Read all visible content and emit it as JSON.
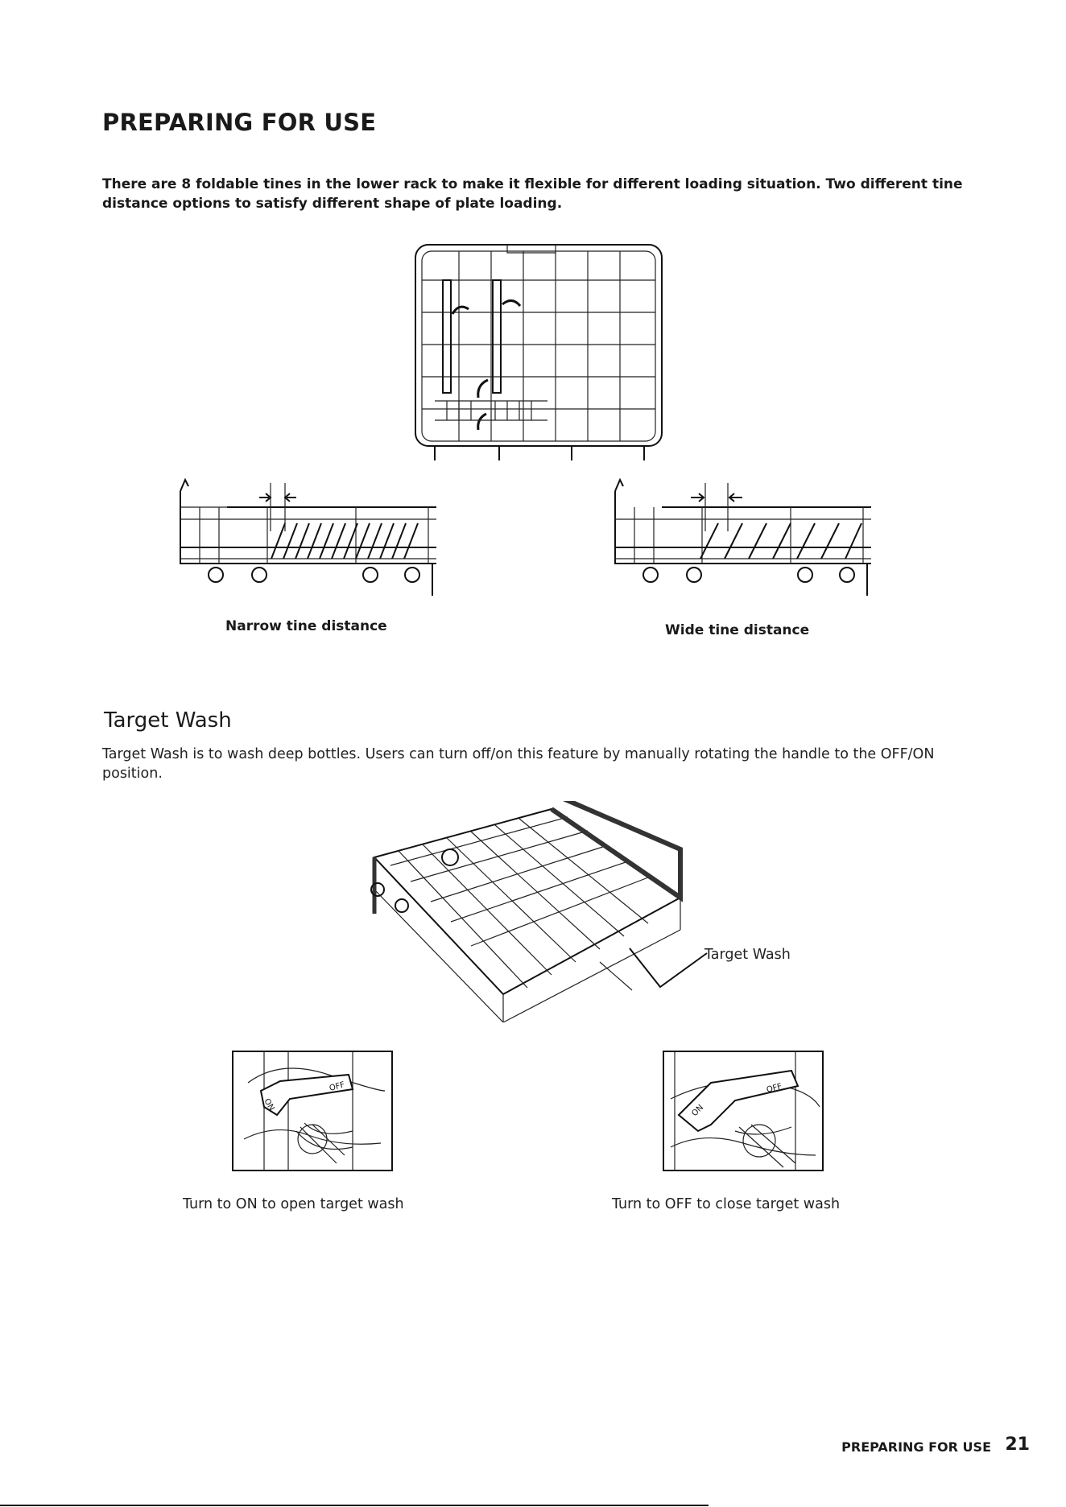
{
  "header": {
    "title": "PREPARING FOR USE",
    "intro": "There are 8 foldable tines in the lower rack to make it flexible for different loading situation. Two different tine distance options to satisfy different shape of plate loading."
  },
  "tine_section": {
    "narrow_caption": "Narrow tine distance",
    "wide_caption": "Wide tine distance"
  },
  "target_wash": {
    "heading": "Target Wash",
    "description": "Target Wash is to wash deep bottles. Users can turn off/on this feature by manually rotating the handle to the OFF/ON position.",
    "callout_label": "Target Wash",
    "on_caption": "Turn to ON to open target wash",
    "off_caption": "Turn to OFF to close target wash",
    "switch_on_label": "ON",
    "switch_off_label": "OFF"
  },
  "footer": {
    "section_label": "PREPARING FOR USE",
    "page_number": "21"
  }
}
